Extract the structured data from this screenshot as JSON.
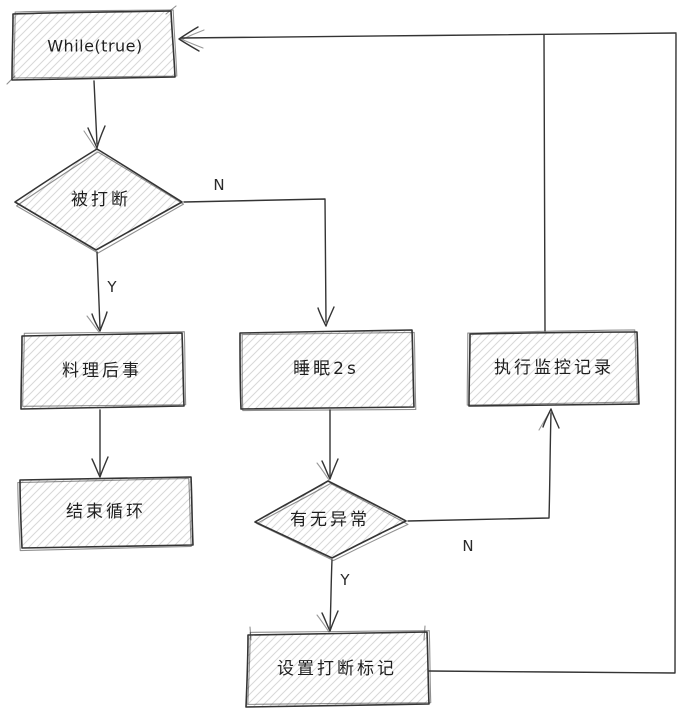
{
  "colors": {
    "stroke": "#343434",
    "hatch": "#d7d7d7",
    "text": "#1f1f1f",
    "background": "#ffffff"
  },
  "nodes": {
    "while_loop": {
      "label": "While(true)",
      "shape": "rectangle"
    },
    "interrupted_check": {
      "label": "被打断",
      "shape": "diamond"
    },
    "handle_aftermath": {
      "label": "料理后事",
      "shape": "rectangle"
    },
    "end_loop": {
      "label": "结束循环",
      "shape": "rectangle"
    },
    "sleep": {
      "label": "睡眠2s",
      "shape": "rectangle"
    },
    "exception_check": {
      "label": "有无异常",
      "shape": "diamond"
    },
    "set_interrupt_flag": {
      "label": "设置打断标记",
      "shape": "rectangle"
    },
    "run_monitor_log": {
      "label": "执行监控记录",
      "shape": "rectangle"
    }
  },
  "edge_labels": {
    "interrupted_no": "N",
    "interrupted_yes": "Y",
    "exception_yes": "Y",
    "exception_no": "N"
  }
}
